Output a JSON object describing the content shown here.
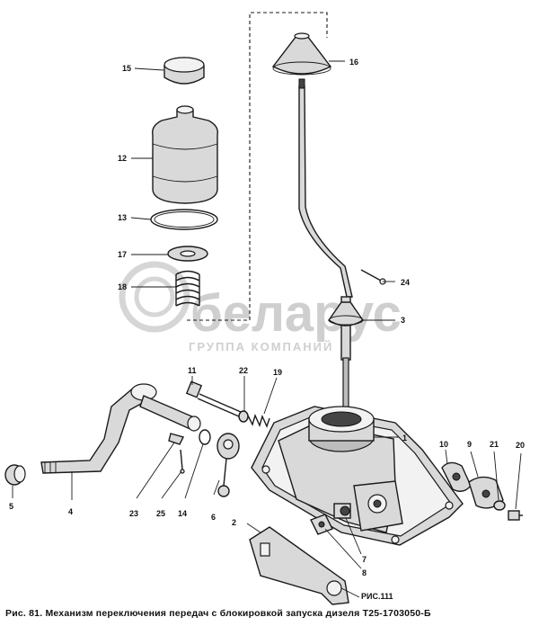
{
  "caption": "Рис. 81. Механизм переключения передач с блокировкой запуска дизеля Т25-1703050-Б",
  "watermark": {
    "brand": "беларус",
    "subtitle": "ГРУППА КОМПАНИЙ"
  },
  "labels": {
    "p1": "1",
    "p2": "2",
    "p3": "3",
    "p4": "4",
    "p5": "5",
    "p6": "6",
    "p7": "7",
    "p8": "8",
    "p9": "9",
    "p10": "10",
    "p11": "11",
    "p12": "12",
    "p13": "13",
    "p14": "14",
    "p15": "15",
    "p16": "16",
    "p17": "17",
    "p18": "18",
    "p19": "19",
    "p20": "20",
    "p21": "21",
    "p22": "22",
    "p23": "23",
    "p24": "24",
    "p25": "25",
    "ref": "РИС.111"
  }
}
